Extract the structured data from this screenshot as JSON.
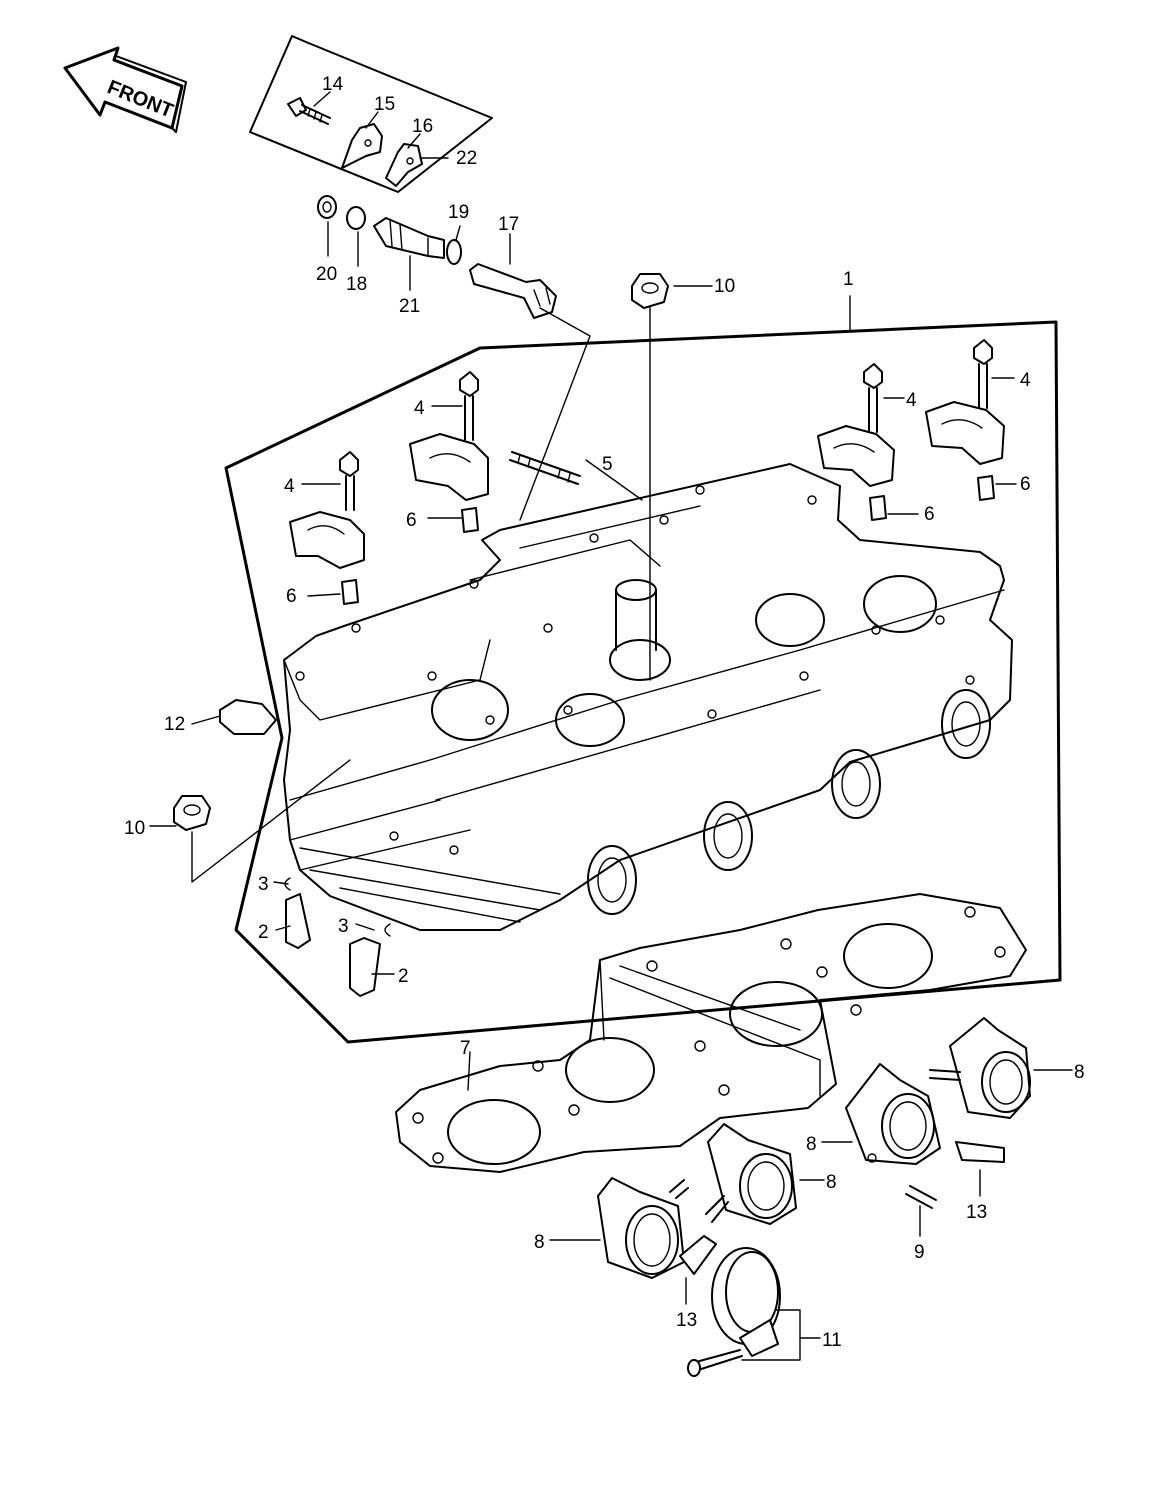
{
  "front_label": "FRONT",
  "callouts": {
    "c1": "1",
    "c2a": "2",
    "c2b": "2",
    "c3a": "3",
    "c3b": "3",
    "c4a": "4",
    "c4b": "4",
    "c4c": "4",
    "c4d": "4",
    "c5": "5",
    "c6a": "6",
    "c6b": "6",
    "c6c": "6",
    "c6d": "6",
    "c7": "7",
    "c8a": "8",
    "c8b": "8",
    "c8c": "8",
    "c8d": "8",
    "c9": "9",
    "c10a": "10",
    "c10b": "10",
    "c11": "11",
    "c12": "12",
    "c13a": "13",
    "c13b": "13",
    "c14": "14",
    "c15": "15",
    "c16": "16",
    "c17": "17",
    "c18": "18",
    "c19": "19",
    "c20": "20",
    "c21": "21",
    "c22": "22"
  }
}
